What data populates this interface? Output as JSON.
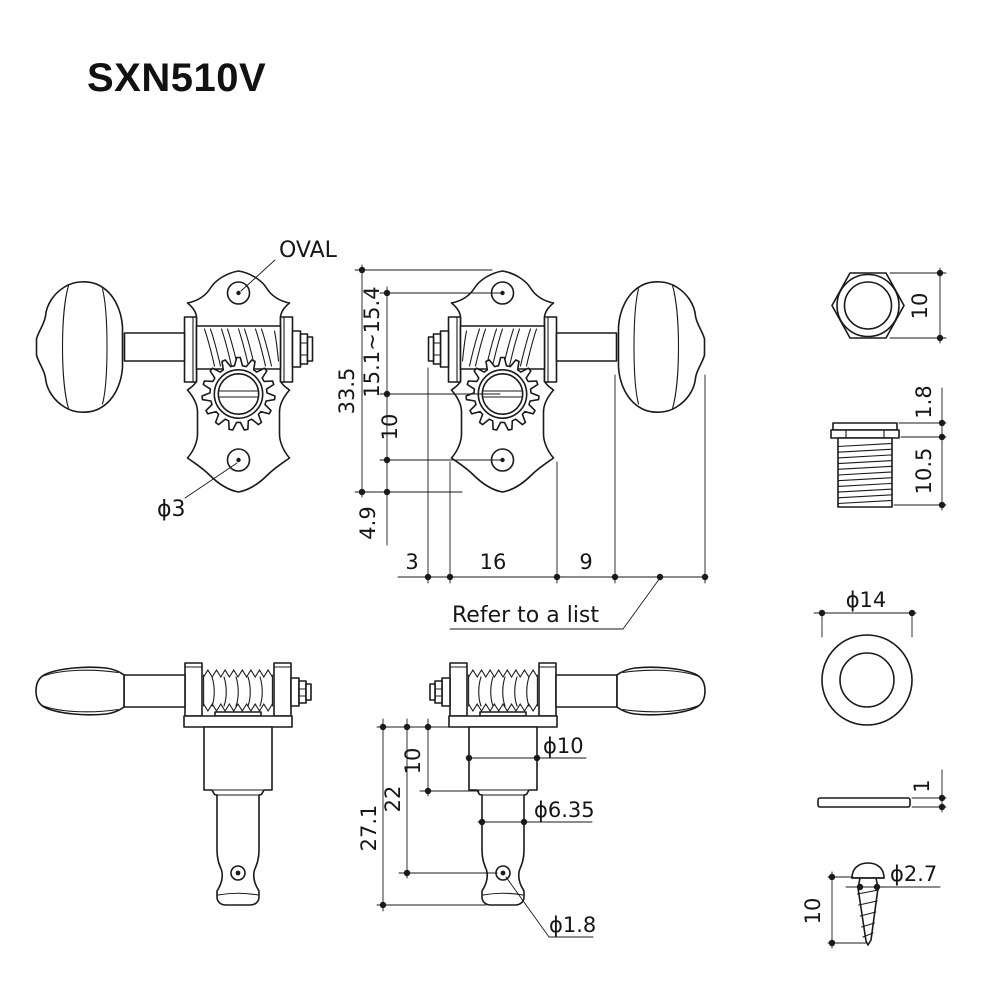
{
  "title": "SXN510V",
  "front_view": {
    "button_shape_label": "OVAL",
    "mount_hole_label": "ϕ3"
  },
  "front_dimensions": {
    "plate_height": "33.5",
    "upper_hole_to_post": "15.1~15.4",
    "post_to_lower_hole": "10",
    "lower_hole_to_edge": "4.9",
    "cap_protrusion": "3",
    "plate_width": "16",
    "plate_to_button_gap": "9",
    "button_length_note": "Refer to a list"
  },
  "side_dimensions": {
    "post_total_length": "27.1",
    "base_to_string_hole": "22",
    "post_upper_length": "10",
    "post_upper_diameter": "ϕ10",
    "post_middle_diameter": "ϕ6.35",
    "string_hole_diameter": "ϕ1.8"
  },
  "hardware": {
    "hex_nut_height": "10",
    "bushing_flange_height": "1.8",
    "bushing_thread_length": "10.5",
    "washer_outer_diameter": "ϕ14",
    "washer_thickness": "1",
    "screw_diameter": "ϕ2.7",
    "screw_length": "10"
  }
}
